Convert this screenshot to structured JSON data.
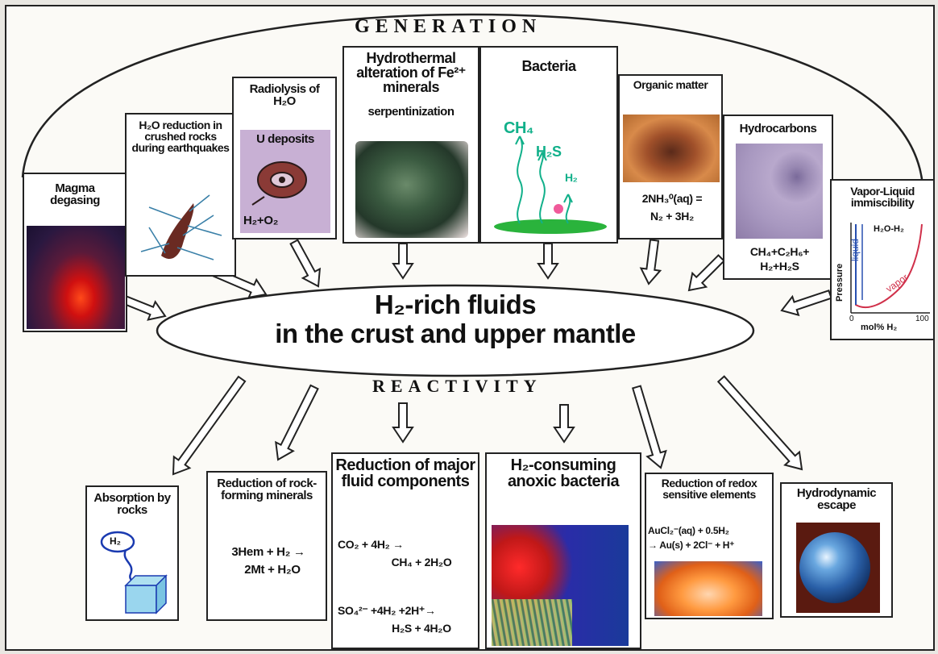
{
  "banner": {
    "generation": "GENERATION",
    "reactivity": "REACTIVITY"
  },
  "center": {
    "line1": "H₂-rich fluids",
    "line2": "in the crust and upper mantle"
  },
  "sources": [
    {
      "title": "Magma degasing"
    },
    {
      "title": "H₂O reduction in crushed rocks during earthquakes"
    },
    {
      "title": "Radiolysis of H₂O",
      "sub": "U deposits",
      "eq": "H₂+O₂"
    },
    {
      "title": "Hydrothermal alteration of Fe²⁺ minerals",
      "sub": "serpentinization"
    },
    {
      "title": "Bacteria",
      "labels": [
        "CH₄",
        "H₂S",
        "H₂"
      ]
    },
    {
      "title": "Organic matter",
      "eq1": "2NH₃⁰(aq) =",
      "eq2": "N₂ + 3H₂"
    },
    {
      "title": "Hydrocarbons",
      "eq1": "CH₄+C₂H₆+",
      "eq2": "H₂+H₂S"
    },
    {
      "title": "Vapor-Liquid immiscibility",
      "plot_label": "H₂O-H₂",
      "ylabel": "Pressure",
      "xlabel": "mol% H₂",
      "xmax": "100",
      "xmin": "0",
      "liquid": "liquid",
      "vapor": "vapor"
    }
  ],
  "sinks": [
    {
      "title": "Absorption by rocks",
      "label": "H₂"
    },
    {
      "title": "Reduction of rock-forming minerals",
      "eq1": "3Hem + H₂ →",
      "eq2": "2Mt + H₂O"
    },
    {
      "title": "Reduction of major fluid components",
      "eq1": "CO₂ + 4H₂ →",
      "eq2": "CH₄ + 2H₂O",
      "eq3": "SO₄²⁻ +4H₂ +2H⁺→",
      "eq4": "H₂S + 4H₂O"
    },
    {
      "title": "H₂-consuming anoxic bacteria"
    },
    {
      "title": "Reduction of redox sensitive elements",
      "eq1": "AuCl₂⁻(aq) + 0.5H₂",
      "eq2": "→ Au(s) + 2Cl⁻ + H⁺"
    },
    {
      "title": "Hydrodynamic escape"
    }
  ],
  "colors": {
    "border": "#222222",
    "ellipse_fill": "#ffffff",
    "bacteria_text": "#11b08a",
    "bacteria_base": "#2ab33c",
    "vapor_curve": "#d0304a",
    "liquid_curve": "#2850b0"
  }
}
